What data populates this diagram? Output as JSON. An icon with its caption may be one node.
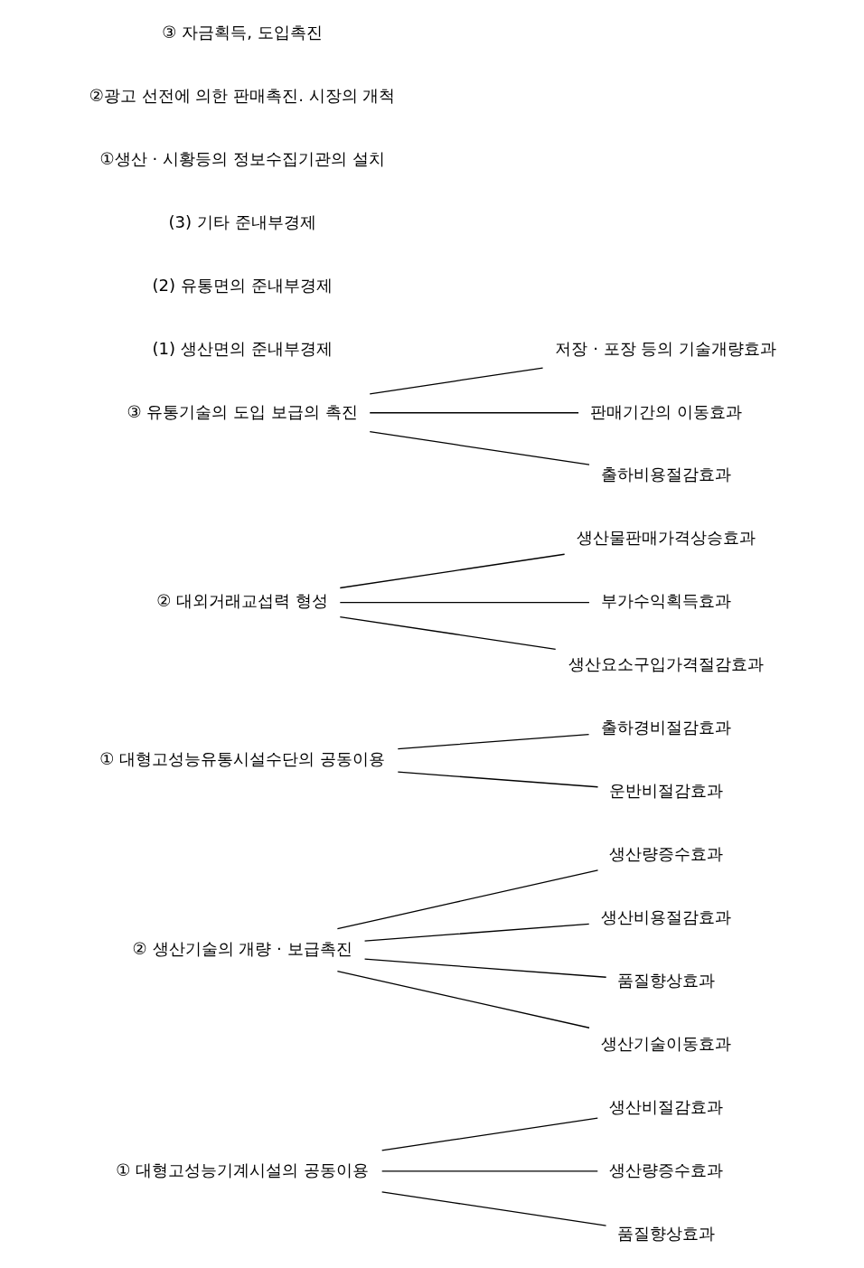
{
  "diagram": {
    "nodes": [
      {
        "text": [
          "① 대형고성능기계시설의 공동이용"
        ]
      },
      {
        "text": [
          "생산비절감효과"
        ]
      },
      {
        "text": [
          "생산량증수효과"
        ]
      },
      {
        "text": [
          "품질향상효과"
        ]
      },
      {
        "text": [
          "② 생산기술의 개량 · 보급촉진"
        ]
      },
      {
        "text": [
          "생산량증수효과"
        ]
      },
      {
        "text": [
          "생산비용절감효과"
        ]
      },
      {
        "text": [
          "품질향상효과"
        ]
      },
      {
        "text": [
          "생산기술이동효과"
        ]
      },
      {
        "text": [
          "① 대형고성능유통시설수단의 공동이용"
        ]
      },
      {
        "text": [
          "출하경비절감효과"
        ]
      },
      {
        "text": [
          "운반비절감효과"
        ]
      },
      {
        "text": [
          "② 대외거래교섭력 형성"
        ]
      },
      {
        "text": [
          "생산물판매가격상승효과"
        ]
      },
      {
        "text": [
          "부가수익획득효과"
        ]
      },
      {
        "text": [
          "생산요소구입가격절감효과"
        ]
      },
      {
        "text": [
          "③ 유통기술의 도입 보급의 촉진"
        ]
      },
      {
        "text": [
          "저장 · 포장 등의 기술개량효과"
        ]
      },
      {
        "text": [
          "판매기간의 이동효과"
        ]
      },
      {
        "text": [
          "출하비용절감효과"
        ]
      }
    ],
    "edges": [
      {
        "from": 0,
        "to": 1,
        "arrow": "none"
      },
      {
        "from": 0,
        "to": 2,
        "arrow": "none"
      },
      {
        "from": 0,
        "to": 3,
        "arrow": "none"
      },
      {
        "from": 4,
        "to": 5,
        "arrow": "none"
      },
      {
        "from": 4,
        "to": 6,
        "arrow": "none"
      },
      {
        "from": 4,
        "to": 7,
        "arrow": "none"
      },
      {
        "from": 4,
        "to": 8,
        "arrow": "none"
      },
      {
        "from": 9,
        "to": 10,
        "arrow": "none"
      },
      {
        "from": 9,
        "to": 11,
        "arrow": "none"
      },
      {
        "from": 12,
        "to": 13,
        "arrow": "none"
      },
      {
        "from": 12,
        "to": 14,
        "arrow": "none"
      },
      {
        "from": 12,
        "to": 15,
        "arrow": "none"
      },
      {
        "from": 16,
        "to": 17,
        "arrow": "none"
      },
      {
        "from": 16,
        "to": 18,
        "arrow": "none"
      },
      {
        "from": 16,
        "to": 19,
        "arrow": "none"
      }
    ],
    "labels": [
      "(1) 생산면의 준내부경제",
      "(2) 유통면의 준내부경제",
      "(3) 기타 준내부경제",
      "①생산 · 시황등의 정보수집기관의 설치",
      "②광고 선전에 의한 판매촉진. 시장의 개척",
      "③ 자금획득, 도입촉진"
    ]
  }
}
